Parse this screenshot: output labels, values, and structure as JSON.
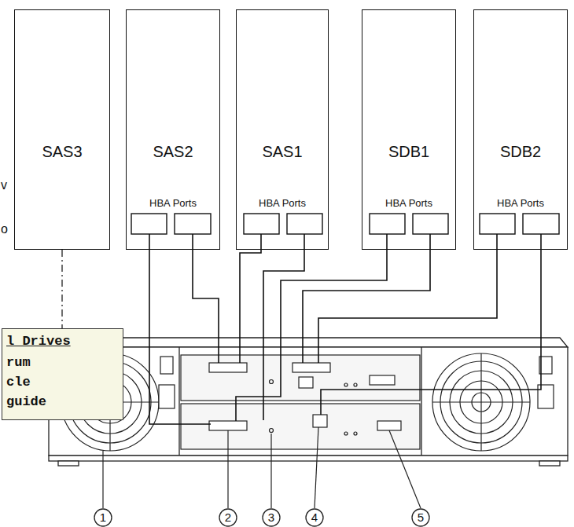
{
  "diagram": {
    "nodes": [
      {
        "text": [
          "SAS3"
        ]
      },
      {
        "text": [
          "SAS2",
          "HBA Ports"
        ]
      },
      {
        "text": [
          "SAS1",
          "HBA Ports"
        ]
      },
      {
        "text": [
          "SDB1",
          "HBA Ports"
        ]
      },
      {
        "text": [
          "SDB2",
          "HBA Ports"
        ]
      },
      {
        "text": [
          "l Drives",
          "rum cle guide"
        ]
      }
    ],
    "edges": [
      {
        "from": 0,
        "to": 5,
        "arrow": "none"
      }
    ],
    "labels": [
      "v",
      "o",
      "1",
      "2",
      "3",
      "4",
      "5"
    ]
  }
}
